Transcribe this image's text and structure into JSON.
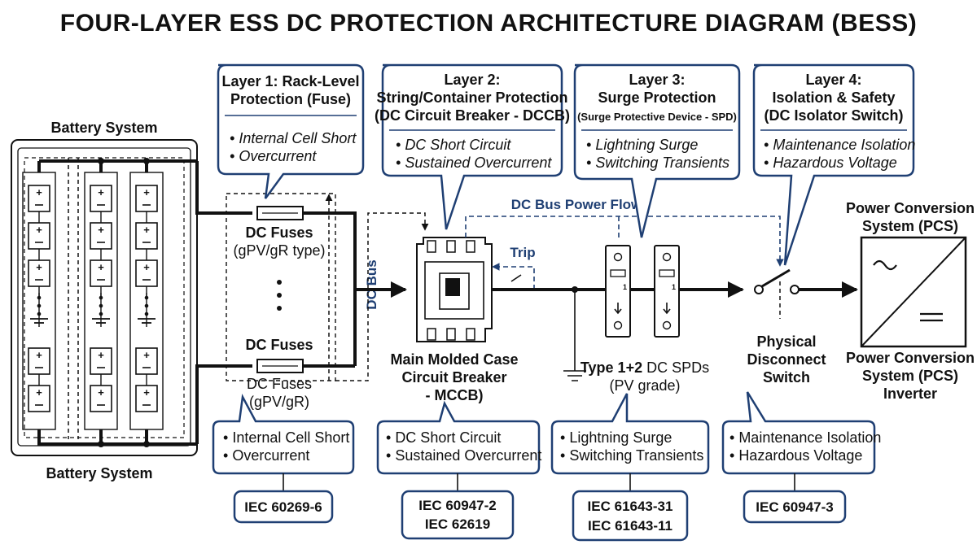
{
  "title": "FOUR-LAYER ESS DC PROTECTION ARCHITECTURE DIAGRAM (BESS)",
  "battery": {
    "label_top": "Battery System",
    "label_bottom": "Battery System"
  },
  "layers": [
    {
      "heading": [
        "Layer 1: Rack-Level",
        "Protection (Fuse)"
      ],
      "items": [
        "Internal Cell Short",
        "Overcurrent"
      ]
    },
    {
      "heading": [
        "Layer 2:",
        "String/Container Protection",
        "(DC Circuit Breaker - DCCB)"
      ],
      "items": [
        "DC Short Circuit",
        "Sustained Overcurrent"
      ]
    },
    {
      "heading": [
        "Layer 3:",
        "Surge Protection",
        "(Surge Protective Device - SPD)"
      ],
      "items": [
        "Lightning Surge",
        "Switching Transients"
      ]
    },
    {
      "heading": [
        "Layer 4:",
        "Isolation & Safety",
        "(DC Isolator Switch)"
      ],
      "items": [
        "Maintenance Isolation",
        "Hazardous Voltage"
      ]
    }
  ],
  "bottom_boxes": [
    {
      "items": [
        "Internal Cell Short",
        "Overcurrent"
      ],
      "standards": [
        "IEC 60269-6"
      ]
    },
    {
      "items": [
        "DC Short Circuit",
        "Sustained Overcurrent"
      ],
      "standards": [
        "IEC 60947-2",
        "IEC 62619"
      ]
    },
    {
      "items": [
        "Lightning Surge",
        "Switching Transients"
      ],
      "standards": [
        "IEC 61643-31",
        "IEC 61643-11"
      ]
    },
    {
      "items": [
        "Maintenance Isolation",
        "Hazardous Voltage"
      ],
      "standards": [
        "IEC 60947-3"
      ]
    }
  ],
  "fuses": {
    "top_label": "DC Fuses",
    "top_sub": "(gPV/gR type)",
    "mid_label": "DC Fuses",
    "bottom_label": "DC Fuses",
    "bottom_sub": "(gPV/gR)"
  },
  "bus": {
    "dc_bus": "DC Bus",
    "power_flow": "DC Bus Power Flow",
    "trip": "Trip"
  },
  "mccb": {
    "lines": [
      "Main Molded Case",
      "Circuit Breaker",
      "- MCCB)"
    ]
  },
  "spd": {
    "label_bold": "Type 1+2",
    "label_rest": " DC SPDs",
    "sub": "(PV grade)"
  },
  "switch": {
    "lines": [
      "Physical",
      "Disconnect",
      "Switch"
    ]
  },
  "pcs": {
    "top": [
      "Power Conversion",
      "System (PCS)"
    ],
    "bottom": [
      "Power Conversion",
      "System (PCS)",
      "Inverter"
    ]
  },
  "colors": {
    "accent": "#1f3f73",
    "ink": "#111111"
  }
}
